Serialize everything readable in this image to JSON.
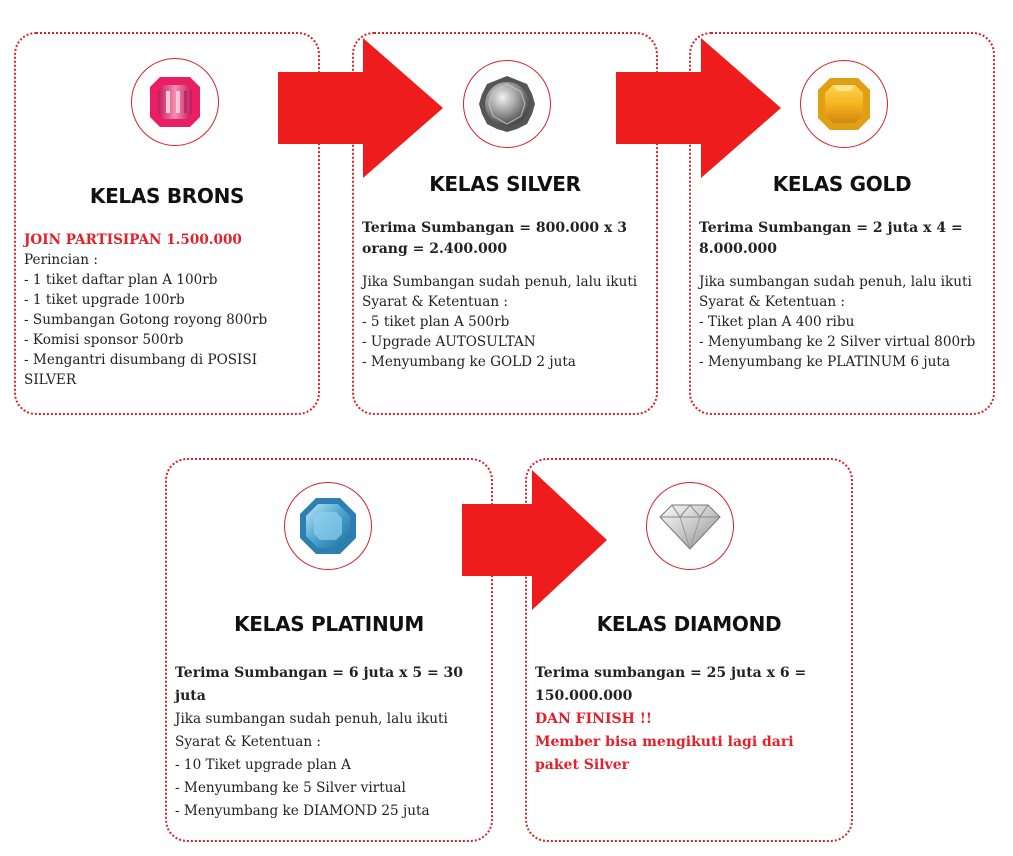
{
  "colors": {
    "accent": "#d8232a",
    "arrow": "#ee1c1c",
    "highlight": "#e4202a"
  },
  "cards": {
    "brons": {
      "icon": "pink-gem-icon",
      "title": "KELAS BRONS",
      "headline": "JOIN PARTISIPAN 1.500.000",
      "lines": [
        "Perincian :",
        "- 1 tiket daftar plan A 100rb",
        "- 1 tiket upgrade 100rb",
        "- Sumbangan Gotong royong  800rb",
        "- Komisi sponsor 500rb",
        "- Mengantri disumbang di POSISI",
        "SILVER"
      ]
    },
    "silver": {
      "icon": "silver-gem-icon",
      "title": "KELAS SILVER",
      "headline": [
        "Terima Sumbangan = 800.000 x 3",
        "orang = 2.400.000"
      ],
      "lines": [
        "Jika Sumbangan sudah penuh, lalu ikuti",
        "Syarat & Ketentuan :",
        "- 5 tiket plan A 500rb",
        "- Upgrade AUTOSULTAN",
        "- Menyumbang ke GOLD 2 juta"
      ]
    },
    "gold": {
      "icon": "gold-gem-icon",
      "title": "KELAS GOLD",
      "headline": [
        "Terima Sumbangan = 2 juta x 4 =",
        "8.000.000"
      ],
      "lines": [
        "Jika sumbangan sudah penuh, lalu ikuti",
        "Syarat & Ketentuan :",
        "- Tiket plan A 400 ribu",
        "- Menyumbang ke 2 Silver virtual 800rb",
        "- Menyumbang ke PLATINUM 6 juta"
      ]
    },
    "platinum": {
      "icon": "blue-gem-icon",
      "title": "KELAS PLATINUM",
      "headline": [
        "Terima Sumbangan = 6 juta x 5 = 30",
        "juta"
      ],
      "lines": [
        "Jika sumbangan sudah penuh, lalu ikuti",
        "Syarat & Ketentuan :",
        "- 10 Tiket upgrade plan A",
        "-  Menyumbang ke 5 Silver virtual",
        "- Menyumbang ke DIAMOND 25 juta"
      ]
    },
    "diamond": {
      "icon": "diamond-icon",
      "title": "KELAS DIAMOND",
      "headline": [
        "Terima sumbangan = 25 juta x 6 =",
        "150.000.000"
      ],
      "red_lines": [
        "DAN FINISH !!",
        "Member bisa mengikuti lagi dari",
        "paket Silver"
      ]
    }
  }
}
